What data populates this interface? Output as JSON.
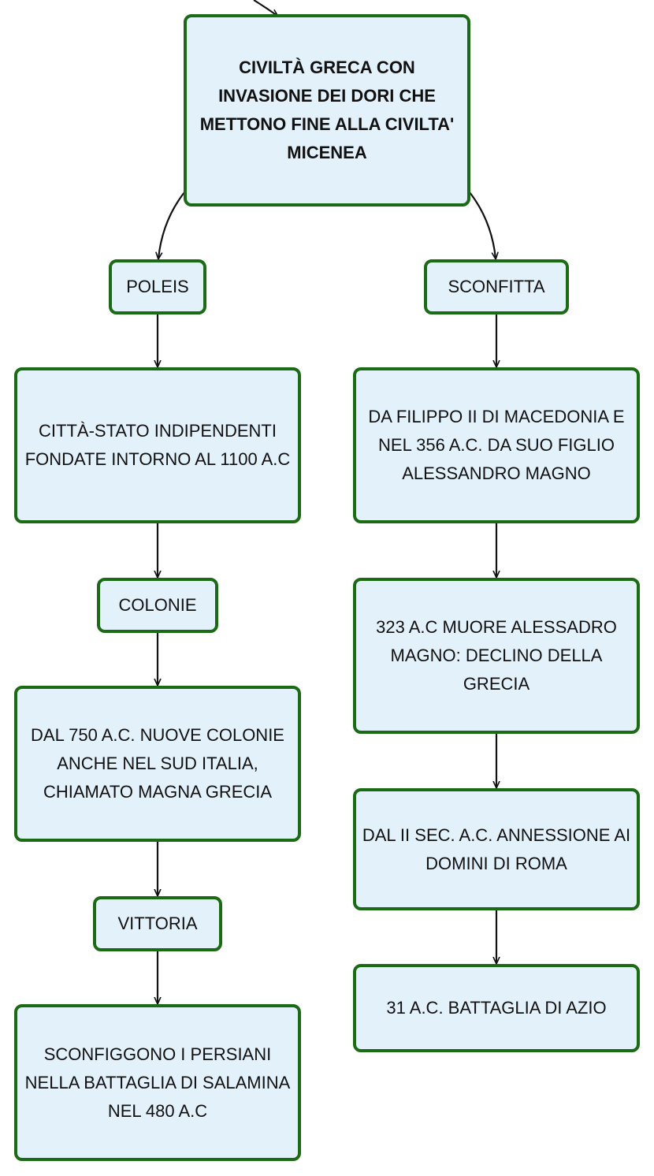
{
  "root": "CIVILTÀ GRECA CON INVASIONE DEI DORI CHE METTONO FINE ALLA CIVILTA' MICENEA",
  "left": {
    "poleis": "POLEIS",
    "citta_stato": "CITTÀ-STATO INDIPENDENTI FONDATE INTORNO AL 1100 A.C",
    "colonie": "COLONIE",
    "colonie_text": "DAL 750 A.C. NUOVE COLONIE ANCHE NEL SUD ITALIA, CHIAMATO MAGNA GRECIA",
    "vittoria": "VITTORIA",
    "vittoria_text": "SCONFIGGONO I PERSIANI NELLA BATTAGLIA DI SALAMINA NEL 480 A.C"
  },
  "right": {
    "sconfitta": "SCONFITTA",
    "filippo": "DA FILIPPO II DI MACEDONIA E NEL 356 A.C. DA SUO FIGLIO ALESSANDRO MAGNO",
    "declino": "323 A.C MUORE ALESSADRO MAGNO: DECLINO DELLA GRECIA",
    "roma": "DAL II SEC. A.C. ANNESSIONE AI DOMINI DI ROMA",
    "azio": "31 A.C. BATTAGLIA DI AZIO"
  },
  "colors": {
    "node_fill": "#e3f1fb",
    "node_border": "#1b6a14",
    "connector": "#111111"
  }
}
